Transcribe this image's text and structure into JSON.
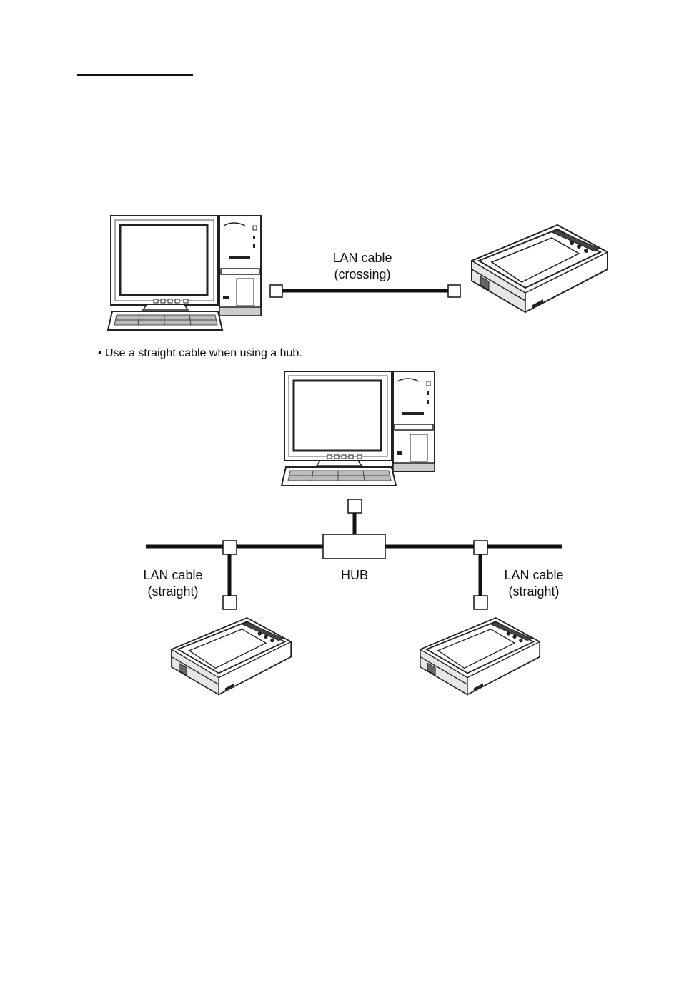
{
  "direct_connection": {
    "cable_label_line1": "LAN cable",
    "cable_label_line2": "(crossing)"
  },
  "hub_note": "• Use a straight cable when using a hub.",
  "hub_connection": {
    "hub_label": "HUB",
    "left_cable_line1": "LAN cable",
    "left_cable_line2": "(straight)",
    "right_cable_line1": "LAN cable",
    "right_cable_line2": "(straight)"
  }
}
